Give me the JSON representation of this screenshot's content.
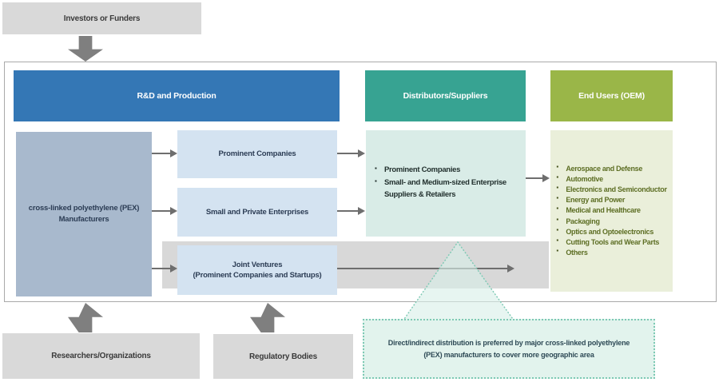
{
  "external": {
    "investors": "Investors or Funders",
    "researchers": "Researchers/Organizations",
    "regulatory": "Regulatory Bodies"
  },
  "headers": {
    "rnd": "R&D and Production",
    "distributors": "Distributors/Suppliers",
    "end_users": "End Users (OEM)"
  },
  "rnd_column": {
    "manufacturers": "cross-linked polyethylene (PEX) Manufacturers",
    "boxes": [
      {
        "label": "Prominent Companies",
        "sub": ""
      },
      {
        "label": "Small and Private Enterprises",
        "sub": ""
      },
      {
        "label": "Joint Ventures",
        "sub": "(Prominent Companies and Startups)"
      }
    ]
  },
  "distributors_box": {
    "items": [
      "Prominent Companies",
      "Small- and Medium-sized Enterprise Suppliers & Retailers"
    ]
  },
  "end_users_box": {
    "items": [
      "Aerospace and Defense",
      "Automotive",
      "Electronics and Semiconductor",
      "Energy and Power",
      "Medical and Healthcare",
      "Packaging",
      "Optics and Optoelectronics",
      "Cutting Tools and Wear Parts",
      "Others"
    ]
  },
  "callout": {
    "text": "Direct/indirect distribution is preferred by major cross-linked polyethylene (PEX) manufacturers to cover more geographic area"
  },
  "colors": {
    "rnd_header": "#3477b5",
    "distributors_header": "#37a392",
    "end_users_header": "#9ab648",
    "manufacturers_fill": "#a8b9cd",
    "light_blue_fill": "#d4e3f1",
    "distributors_fill": "#d9ece7",
    "end_users_fill": "#eaefda",
    "external_gray": "#d9d9d9",
    "band_gray": "#d8d8d8",
    "arrow_gray": "#6e6e6e",
    "block_arrow_gray": "#7f7f7f",
    "callout_fill": "#e2f3ed",
    "callout_border": "#7dc9b4",
    "end_users_text": "#5d6e24"
  }
}
